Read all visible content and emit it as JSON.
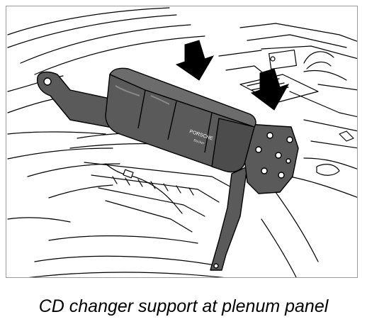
{
  "figure": {
    "caption": "CD changer support at plenum panel",
    "device_brand": "PORSCHE",
    "device_model": "Becker",
    "arrow_count": 2,
    "colors": {
      "line": "#000000",
      "part_fill": "#5a5a5a",
      "part_highlight": "#8a8a8a",
      "frame_border": "#9a9a9a",
      "background": "#ffffff"
    }
  }
}
